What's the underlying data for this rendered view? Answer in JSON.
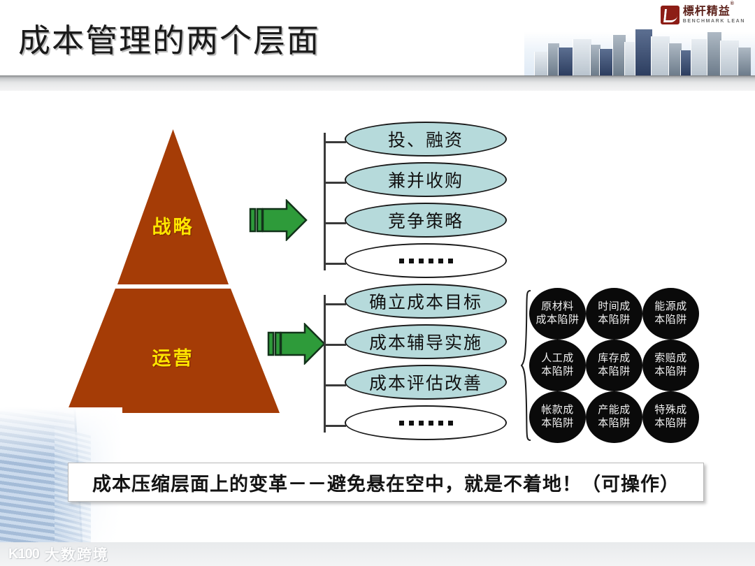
{
  "slide": {
    "title": "成本管理的两个层面",
    "logo": {
      "cn": "標杆精益",
      "registered": "®",
      "en": "BENCHMARK LEAN"
    },
    "watermark": {
      "logo": "K100",
      "text": "大数跨境"
    }
  },
  "pyramid": {
    "top_label": "战略",
    "bottom_label": "运营",
    "fill_color": "#a53c06",
    "label_color": "#ffe500"
  },
  "arrows": {
    "icon": "right-arrow-icon",
    "color": "#2e9b3a",
    "count": 2
  },
  "strategy_branch": {
    "items": [
      {
        "label": "投、融资",
        "filled": true
      },
      {
        "label": "兼并收购",
        "filled": true
      },
      {
        "label": "竞争策略",
        "filled": true
      },
      {
        "label": "……",
        "filled": false
      }
    ]
  },
  "operation_branch": {
    "items": [
      {
        "label": "确立成本目标",
        "filled": true
      },
      {
        "label": "成本辅导实施",
        "filled": true
      },
      {
        "label": "成本评估改善",
        "filled": true
      },
      {
        "label": "……",
        "filled": false
      }
    ]
  },
  "cost_traps": {
    "brace": "left-curly-brace-icon",
    "items": [
      {
        "line1": "原材料",
        "line2": "成本陷阱"
      },
      {
        "line1": "时间成",
        "line2": "本陷阱"
      },
      {
        "line1": "能源成",
        "line2": "本陷阱"
      },
      {
        "line1": "人工成",
        "line2": "本陷阱"
      },
      {
        "line1": "库存成",
        "line2": "本陷阱"
      },
      {
        "line1": "索赔成",
        "line2": "本陷阱"
      },
      {
        "line1": "帐款成",
        "line2": "本陷阱"
      },
      {
        "line1": "产能成",
        "line2": "本陷阱"
      },
      {
        "line1": "特殊成",
        "line2": "本陷阱"
      }
    ]
  },
  "banner": {
    "text": "成本压缩层面上的变革－－避免悬在空中，就是不着地！（可操作）"
  },
  "ellipse_fill_color": "#b6dadb"
}
